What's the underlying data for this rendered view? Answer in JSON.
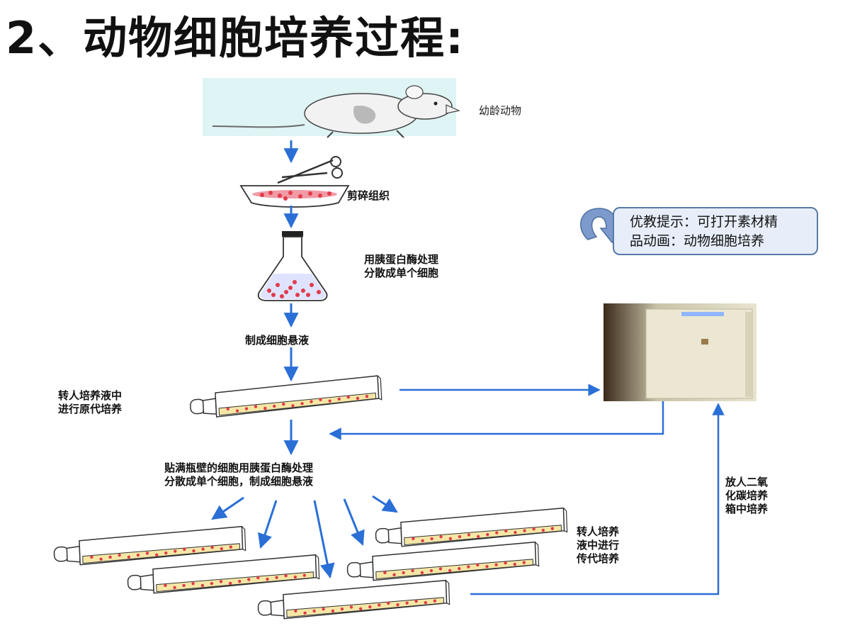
{
  "title": "2、动物细胞培养过程:",
  "hint": {
    "line1": "优教提示：可打开素材精",
    "line2": "品动画：动物细胞培养"
  },
  "steps": {
    "animal": "幼龄动物",
    "mince": "剪碎组织",
    "trypsin": [
      "用胰蛋白酶处理",
      "分散成单个细胞"
    ],
    "suspension": "制成细胞悬液",
    "primary": [
      "转人培养液中",
      "进行原代培养"
    ],
    "wall": [
      "贴满瓶壁的细胞用胰蛋白酶处理",
      "分散成单个细胞，制成细胞悬液"
    ],
    "passage": [
      "转人培养",
      "液中进行",
      "传代培养"
    ],
    "co2": [
      "放人二氧",
      "化碳培养",
      "箱中培养"
    ]
  },
  "colors": {
    "arrow": "#2a6fd6",
    "medium": "#f4e7a6",
    "cell": "#e23a4a",
    "water": "#dff4f4",
    "incubator": "#e6e3cc"
  }
}
